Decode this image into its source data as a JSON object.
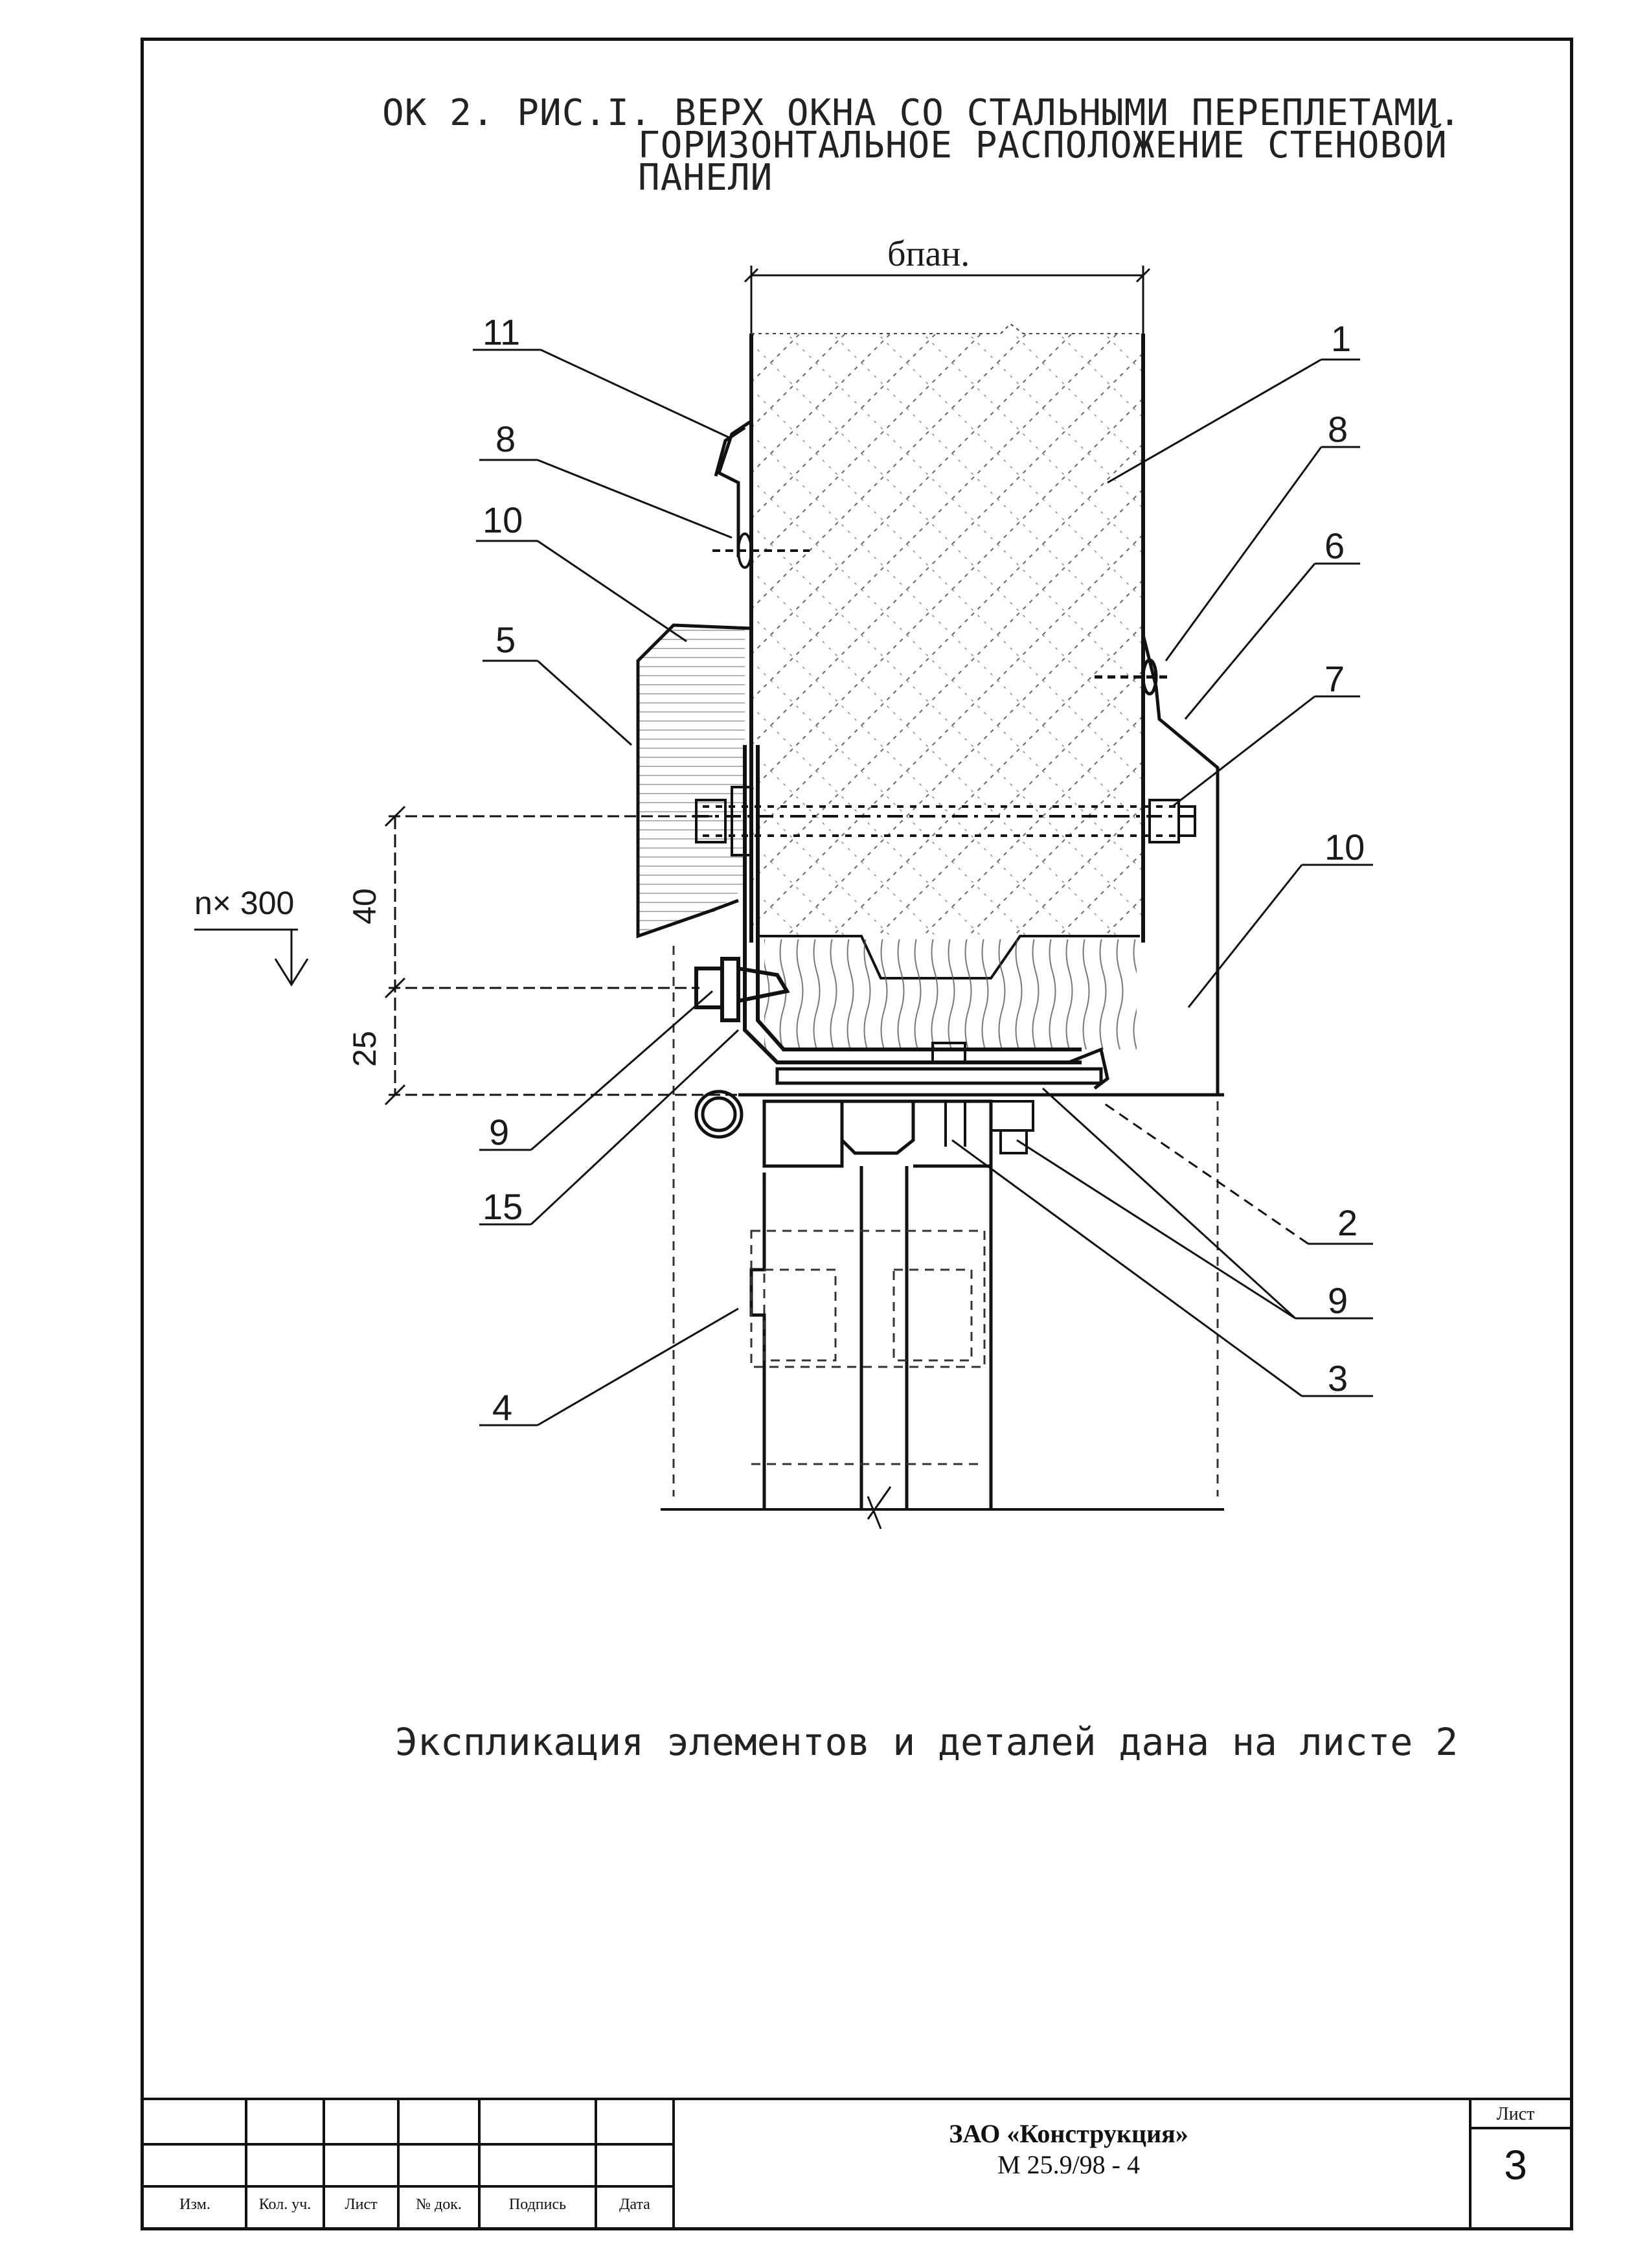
{
  "title": {
    "line1": "ОК 2. РИС.I. ВЕРХ ОКНА СО СТАЛЬНЫМИ ПЕРЕПЛЕТАМИ.",
    "line2": "ГОРИЗОНТАЛЬНОЕ РАСПОЛОЖЕНИЕ СТЕНОВОЙ",
    "line3": "ПАНЕЛИ"
  },
  "drawing": {
    "width_label": "бпан.",
    "callouts": [
      "11",
      "8",
      "10",
      "5",
      "1",
      "8",
      "6",
      "7",
      "10",
      "9",
      "15",
      "2",
      "9",
      "4",
      "3"
    ],
    "dims": {
      "d40": "40",
      "d25": "25",
      "n300": "n× 300"
    }
  },
  "explication": "Экспликация элементов и деталей дана на листе 2",
  "title_block": {
    "org": "ЗАО «Конструкция»",
    "code": "М 25.9/98 - 4",
    "headers": [
      "Изм.",
      "Кол. уч.",
      "Лист",
      "№ док.",
      "Подпись",
      "Дата"
    ],
    "sheet_label": "Лист",
    "sheet_number": "3"
  },
  "colors": {
    "ink": "#111111",
    "paper": "#ffffff"
  }
}
